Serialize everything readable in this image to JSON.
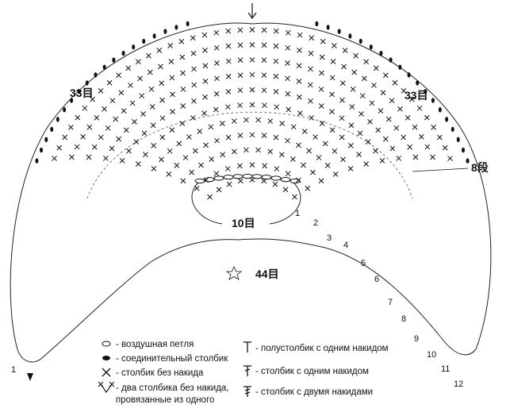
{
  "labels": {
    "stitches_left": "33目",
    "stitches_right": "33目",
    "stitches_inner": "10目",
    "stitches_outer": "44目",
    "round": "8段",
    "start": "1",
    "row_numbers": [
      "1",
      "2",
      "3",
      "4",
      "5",
      "6",
      "7",
      "8",
      "9",
      "10",
      "11",
      "12"
    ]
  },
  "legend": [
    {
      "symbol": "chain-icon",
      "text": "- воздушная петля"
    },
    {
      "symbol": "slip-stitch-icon",
      "text": "- соединительный столбик"
    },
    {
      "symbol": "single-crochet-icon",
      "text": "- столбик без накида"
    },
    {
      "symbol": "sc2tog-icon",
      "text": "- два столбика без накида,"
    },
    {
      "symbol": "",
      "text": "провязанные  из одного"
    },
    {
      "symbol": "half-double-icon",
      "text": "- полустолбик с одним накидом"
    },
    {
      "symbol": "double-crochet-icon",
      "text": "- столбик с одним накидом"
    },
    {
      "symbol": "treble-crochet-icon",
      "text": "- столбик с двумя накидами"
    }
  ],
  "colors": {
    "ink": "#111111",
    "paper": "#ffffff"
  }
}
